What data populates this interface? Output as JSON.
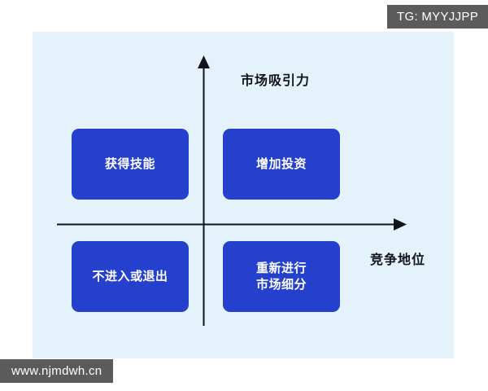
{
  "diagram": {
    "title_present": false,
    "background_color": "#e4f2fb",
    "box_color": "#2540cc",
    "box_text_color": "#ffffff",
    "axis_color": "#111418",
    "axes": {
      "y_label": "市场吸引力",
      "x_label": "竞争地位",
      "y_arrow_icon": "arrow-up-icon",
      "x_arrow_icon": "arrow-right-icon"
    },
    "quadrants": [
      {
        "id": "top-left",
        "label": "获得技能"
      },
      {
        "id": "top-right",
        "label": "增加投资"
      },
      {
        "id": "bottom-left",
        "label": "不进入或退出"
      },
      {
        "id": "bottom-right",
        "label": "重新进行\n市场细分"
      }
    ]
  },
  "watermarks": {
    "top_right": "TG: MYYJJPP",
    "bottom_left": "www.njmdwh.cn",
    "background_color": "#5b5b5b",
    "text_color": "#ffffff"
  }
}
